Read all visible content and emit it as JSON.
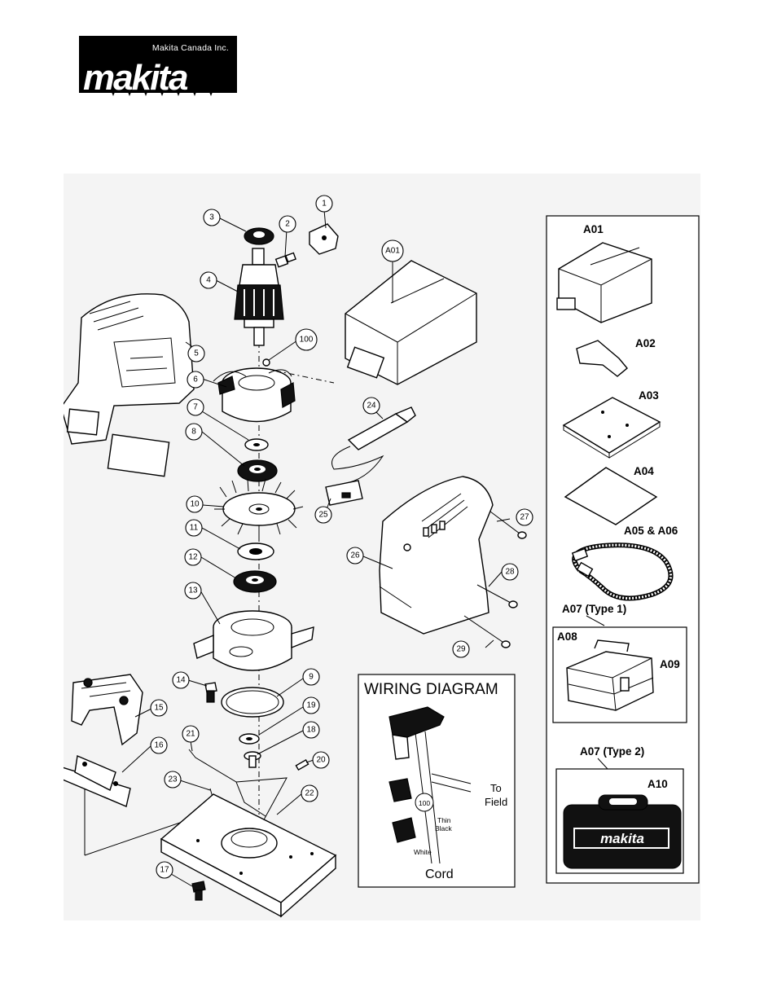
{
  "header": {
    "company": "Makita Canada Inc.",
    "logo_word": "makita"
  },
  "callouts": [
    "1",
    "2",
    "3",
    "4",
    "5",
    "6",
    "7",
    "8",
    "9",
    "10",
    "11",
    "12",
    "13",
    "14",
    "15",
    "16",
    "17",
    "18",
    "19",
    "20",
    "21",
    "22",
    "23",
    "24",
    "25",
    "26",
    "27",
    "28",
    "29",
    "100",
    "A01"
  ],
  "accessories": {
    "a01": "A01",
    "a02": "A02",
    "a03": "A03",
    "a04": "A04",
    "a05_a06": "A05 & A06",
    "a07_type1": "A07 (Type 1)",
    "a08": "A08",
    "a09": "A09",
    "a07_type2": "A07 (Type 2)",
    "a10": "A10",
    "case_logo": "makita"
  },
  "wiring": {
    "title": "WIRING DIAGRAM",
    "to": "To",
    "field": "Field",
    "callout": "100",
    "thin": "Thin",
    "black": "Black",
    "white": "White",
    "cord": "Cord"
  }
}
